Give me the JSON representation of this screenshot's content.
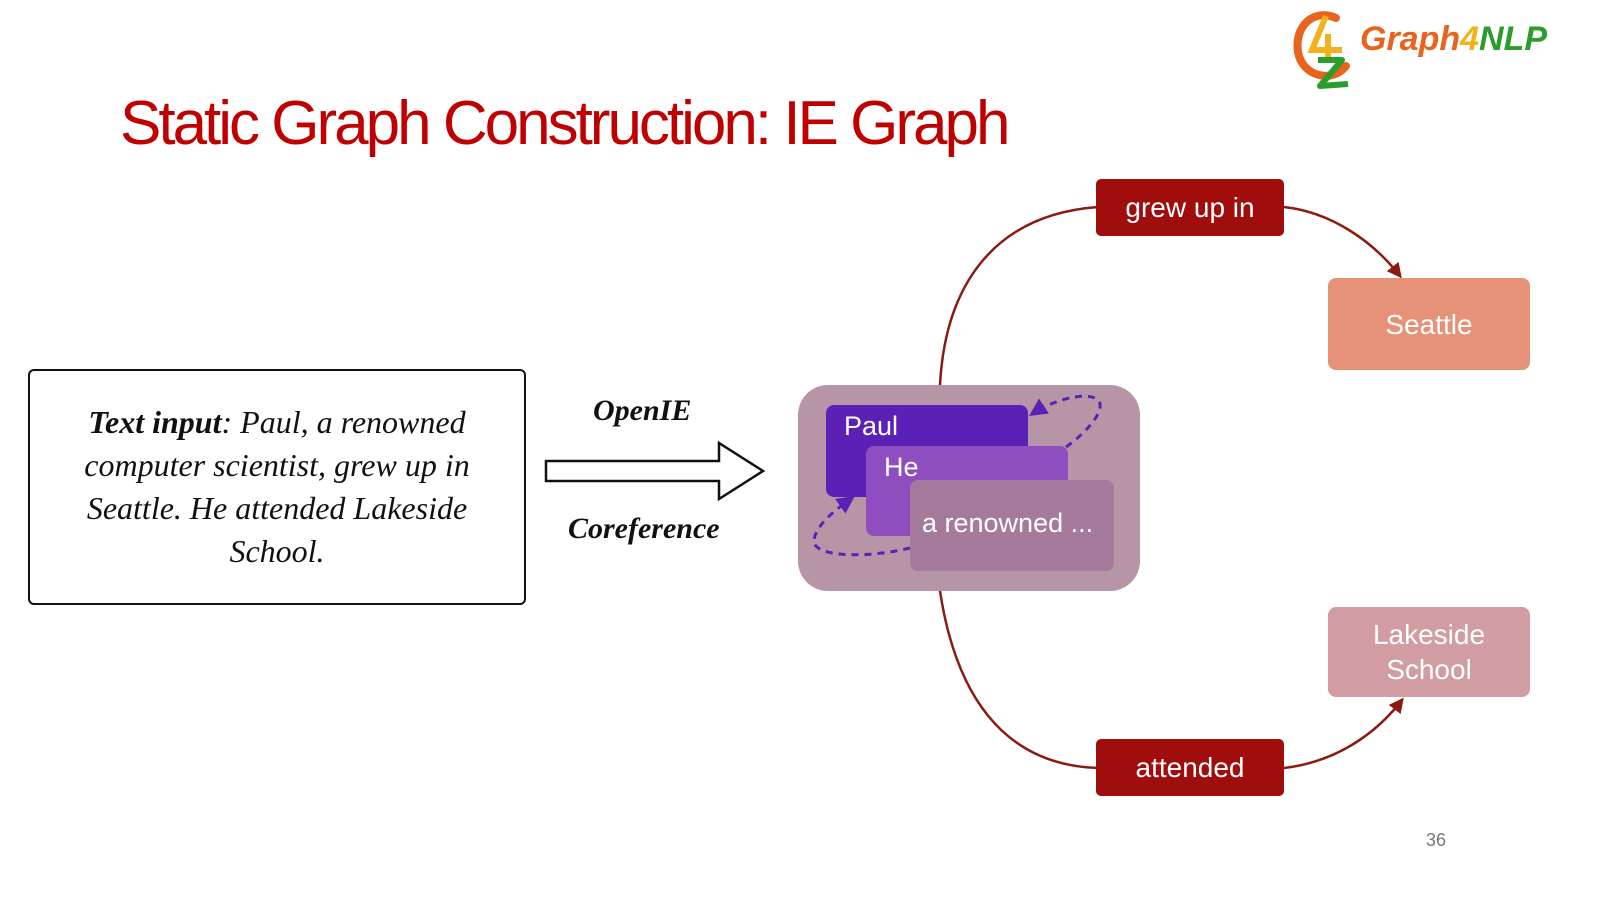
{
  "title": "Static Graph Construction: IE Graph",
  "logo": {
    "part1": "Graph",
    "part2": "4",
    "part3": "NLP"
  },
  "text_input": {
    "label": "Text input",
    "content": ": Paul, a renowned computer scientist, grew up in Seattle. He attended Lakeside School."
  },
  "methods": {
    "top": "OpenIE",
    "bottom": "Coreference"
  },
  "cluster": {
    "mentions": [
      "Paul",
      "He",
      "a renowned ..."
    ]
  },
  "relations": {
    "upper": "grew up in",
    "lower": "attended"
  },
  "entities": {
    "upper": "Seattle",
    "lower": "Lakeside School"
  },
  "colors": {
    "title": "#c00000",
    "relation": "#a00d0d",
    "edge": "#8b1a10",
    "coref_arrow": "#5b21b6",
    "cluster_bg": "#b696a6",
    "seattle": "#e59278",
    "lakeside": "#d29da2"
  },
  "page_number": "36"
}
